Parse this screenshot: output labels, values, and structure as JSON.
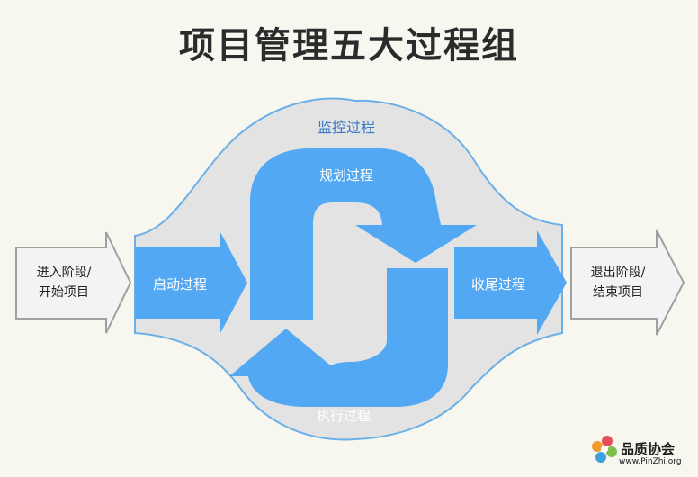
{
  "title": "项目管理五大过程组",
  "monitoring": "监控过程",
  "planning": "规划过程",
  "initiating": "启动过程",
  "executing": "执行过程",
  "closing": "收尾过程",
  "enter": [
    "进入阶段/",
    "开始项目"
  ],
  "exit": [
    "退出阶段/",
    "结束项目"
  ],
  "logo": {
    "name": "品质协会",
    "url": "www.PinZhi.org"
  },
  "colors": {
    "blue": "#52a8f2",
    "cloud": "#e3e3e3",
    "cloud_stroke": "#6ab0e8",
    "gray_arrow": "#f3f3f3",
    "gray_stroke": "#a0a0a0",
    "monitor_text": "#3a78c9"
  }
}
